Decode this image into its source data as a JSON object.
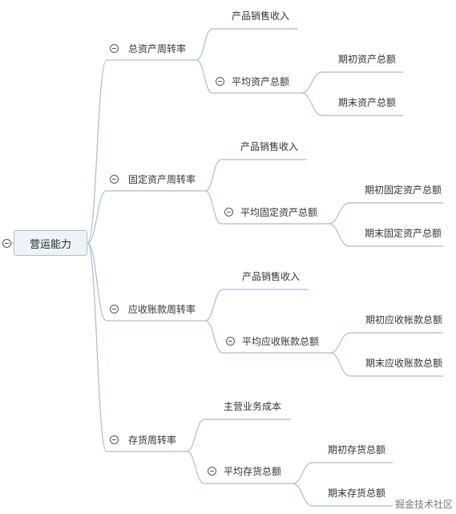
{
  "mindmap": {
    "root": {
      "label": "营运能力"
    },
    "branches": [
      {
        "label": "总资产周转率",
        "children": [
          {
            "label": "产品销售收入"
          },
          {
            "label": "平均资产总额",
            "children": [
              {
                "label": "期初资产总额"
              },
              {
                "label": "期末资产总额"
              }
            ]
          }
        ]
      },
      {
        "label": "固定资产周转率",
        "children": [
          {
            "label": "产品销售收入"
          },
          {
            "label": "平均固定资产总额",
            "children": [
              {
                "label": "期初固定资产总额"
              },
              {
                "label": "期末固定资产总额"
              }
            ]
          }
        ]
      },
      {
        "label": "应收账款周转率",
        "children": [
          {
            "label": "产品销售收入"
          },
          {
            "label": "平均应收账款总额",
            "children": [
              {
                "label": "期初应收帐款总额"
              },
              {
                "label": "期末应收账款总额"
              }
            ]
          }
        ]
      },
      {
        "label": "存货周转率",
        "children": [
          {
            "label": "主营业务成本"
          },
          {
            "label": "平均存货总额",
            "children": [
              {
                "label": "期初存货总额"
              },
              {
                "label": "期末存货总额"
              }
            ]
          }
        ]
      }
    ]
  },
  "watermark": "掘金技术社区",
  "colors": {
    "line": "#a7bfce",
    "text": "#333333",
    "root_fill": "#eef3f7"
  }
}
